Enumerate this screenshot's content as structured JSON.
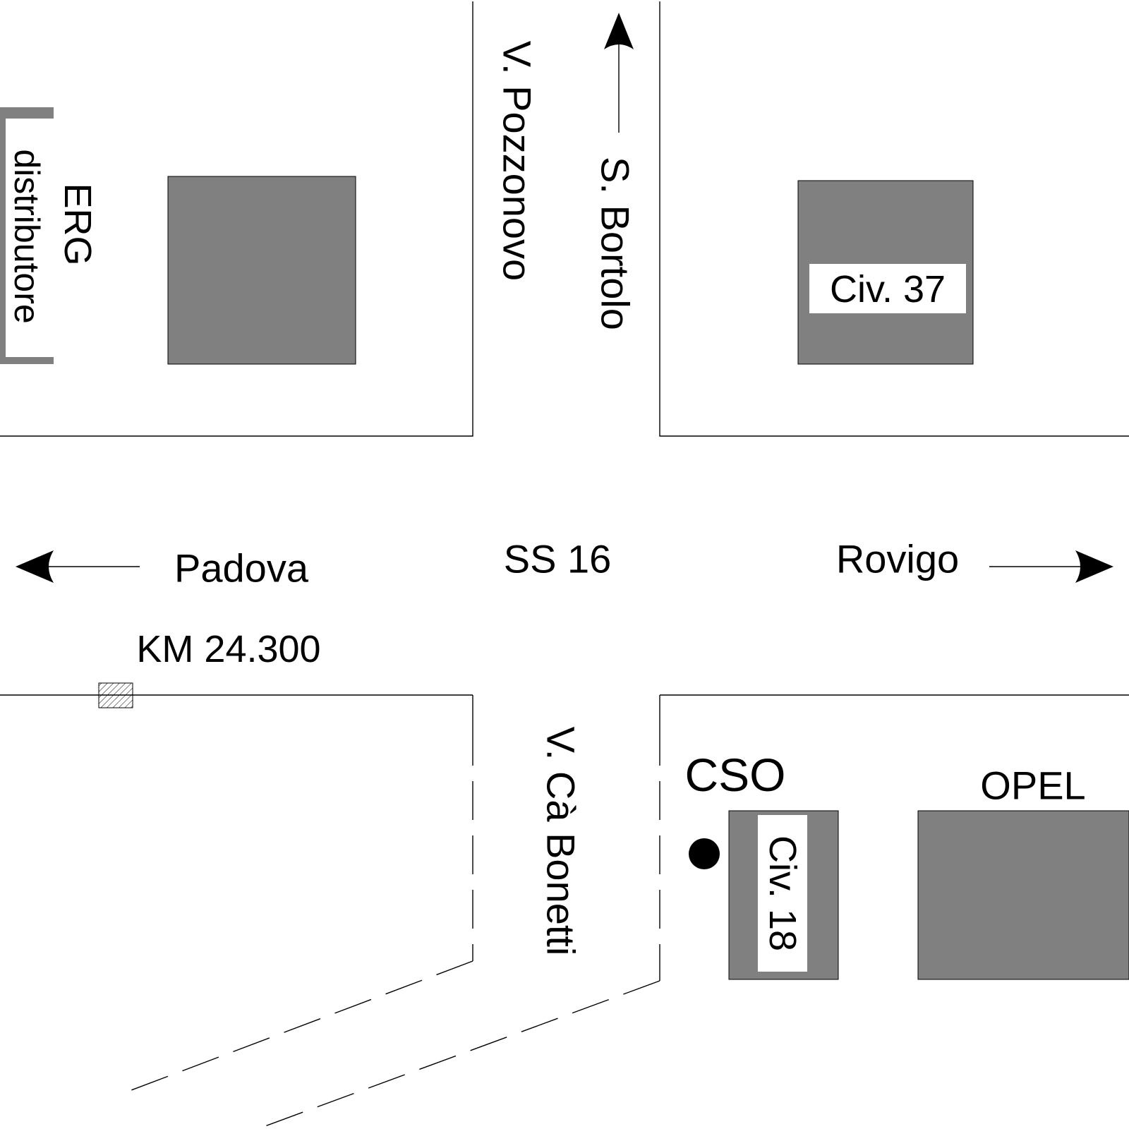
{
  "colors": {
    "background": "#ffffff",
    "building": "#808080",
    "line": "#000000",
    "label_box": "#ffffff"
  },
  "labels": {
    "main_road": "SS 16",
    "direction_west": "Padova",
    "direction_east": "Rovigo",
    "north_road": "V. Pozzonovo",
    "north_direction": "S. Bortolo",
    "south_road": "V. Cà Bonetti",
    "km_marker": "KM 24.300",
    "erg": "ERG",
    "erg_sub": "distributore",
    "civ37": "Civ. 37",
    "cso": "CSO",
    "civ18": "Civ. 18",
    "opel": "OPEL"
  },
  "icons": {
    "arrow_west": "arrow-left-icon",
    "arrow_east": "arrow-right-icon",
    "arrow_north": "arrow-up-icon",
    "location_marker": "location-dot-icon",
    "km_marker": "hatched-marker-icon"
  }
}
